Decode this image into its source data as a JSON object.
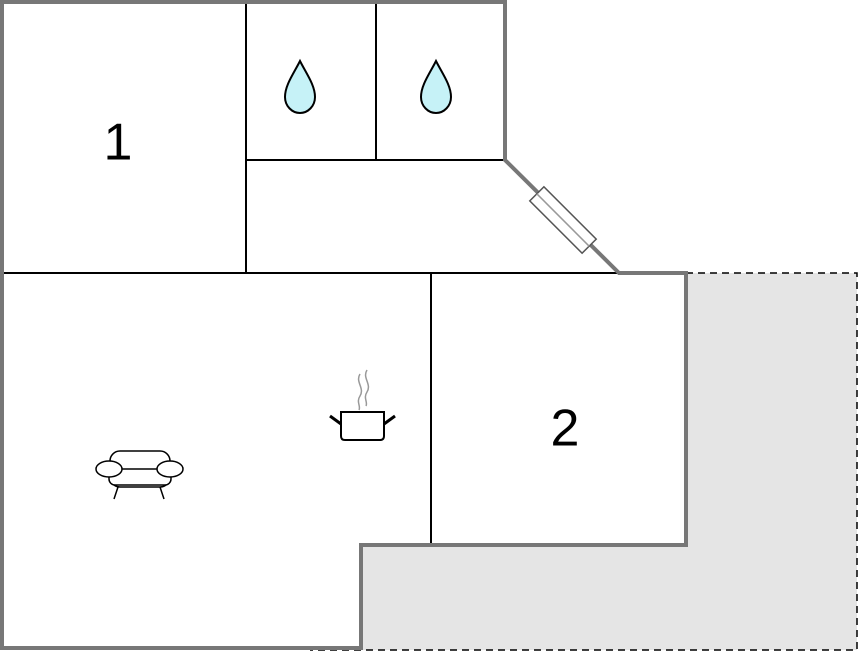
{
  "floorplan": {
    "rooms": [
      {
        "id": "bedroom-1",
        "label": "1"
      },
      {
        "id": "bedroom-2",
        "label": "2"
      }
    ],
    "icons": [
      {
        "id": "bathroom-a",
        "icon": "water-drop-icon"
      },
      {
        "id": "bathroom-b",
        "icon": "water-drop-icon"
      },
      {
        "id": "kitchen",
        "icon": "cooking-pot-icon"
      },
      {
        "id": "living-room",
        "icon": "sofa-icon"
      },
      {
        "id": "entrance",
        "icon": "door-icon"
      }
    ],
    "colors": {
      "outer_wall": "#777777",
      "inner_wall": "#000000",
      "terrace_fill": "#e5e5e5",
      "water": "#c6f2f7"
    }
  }
}
